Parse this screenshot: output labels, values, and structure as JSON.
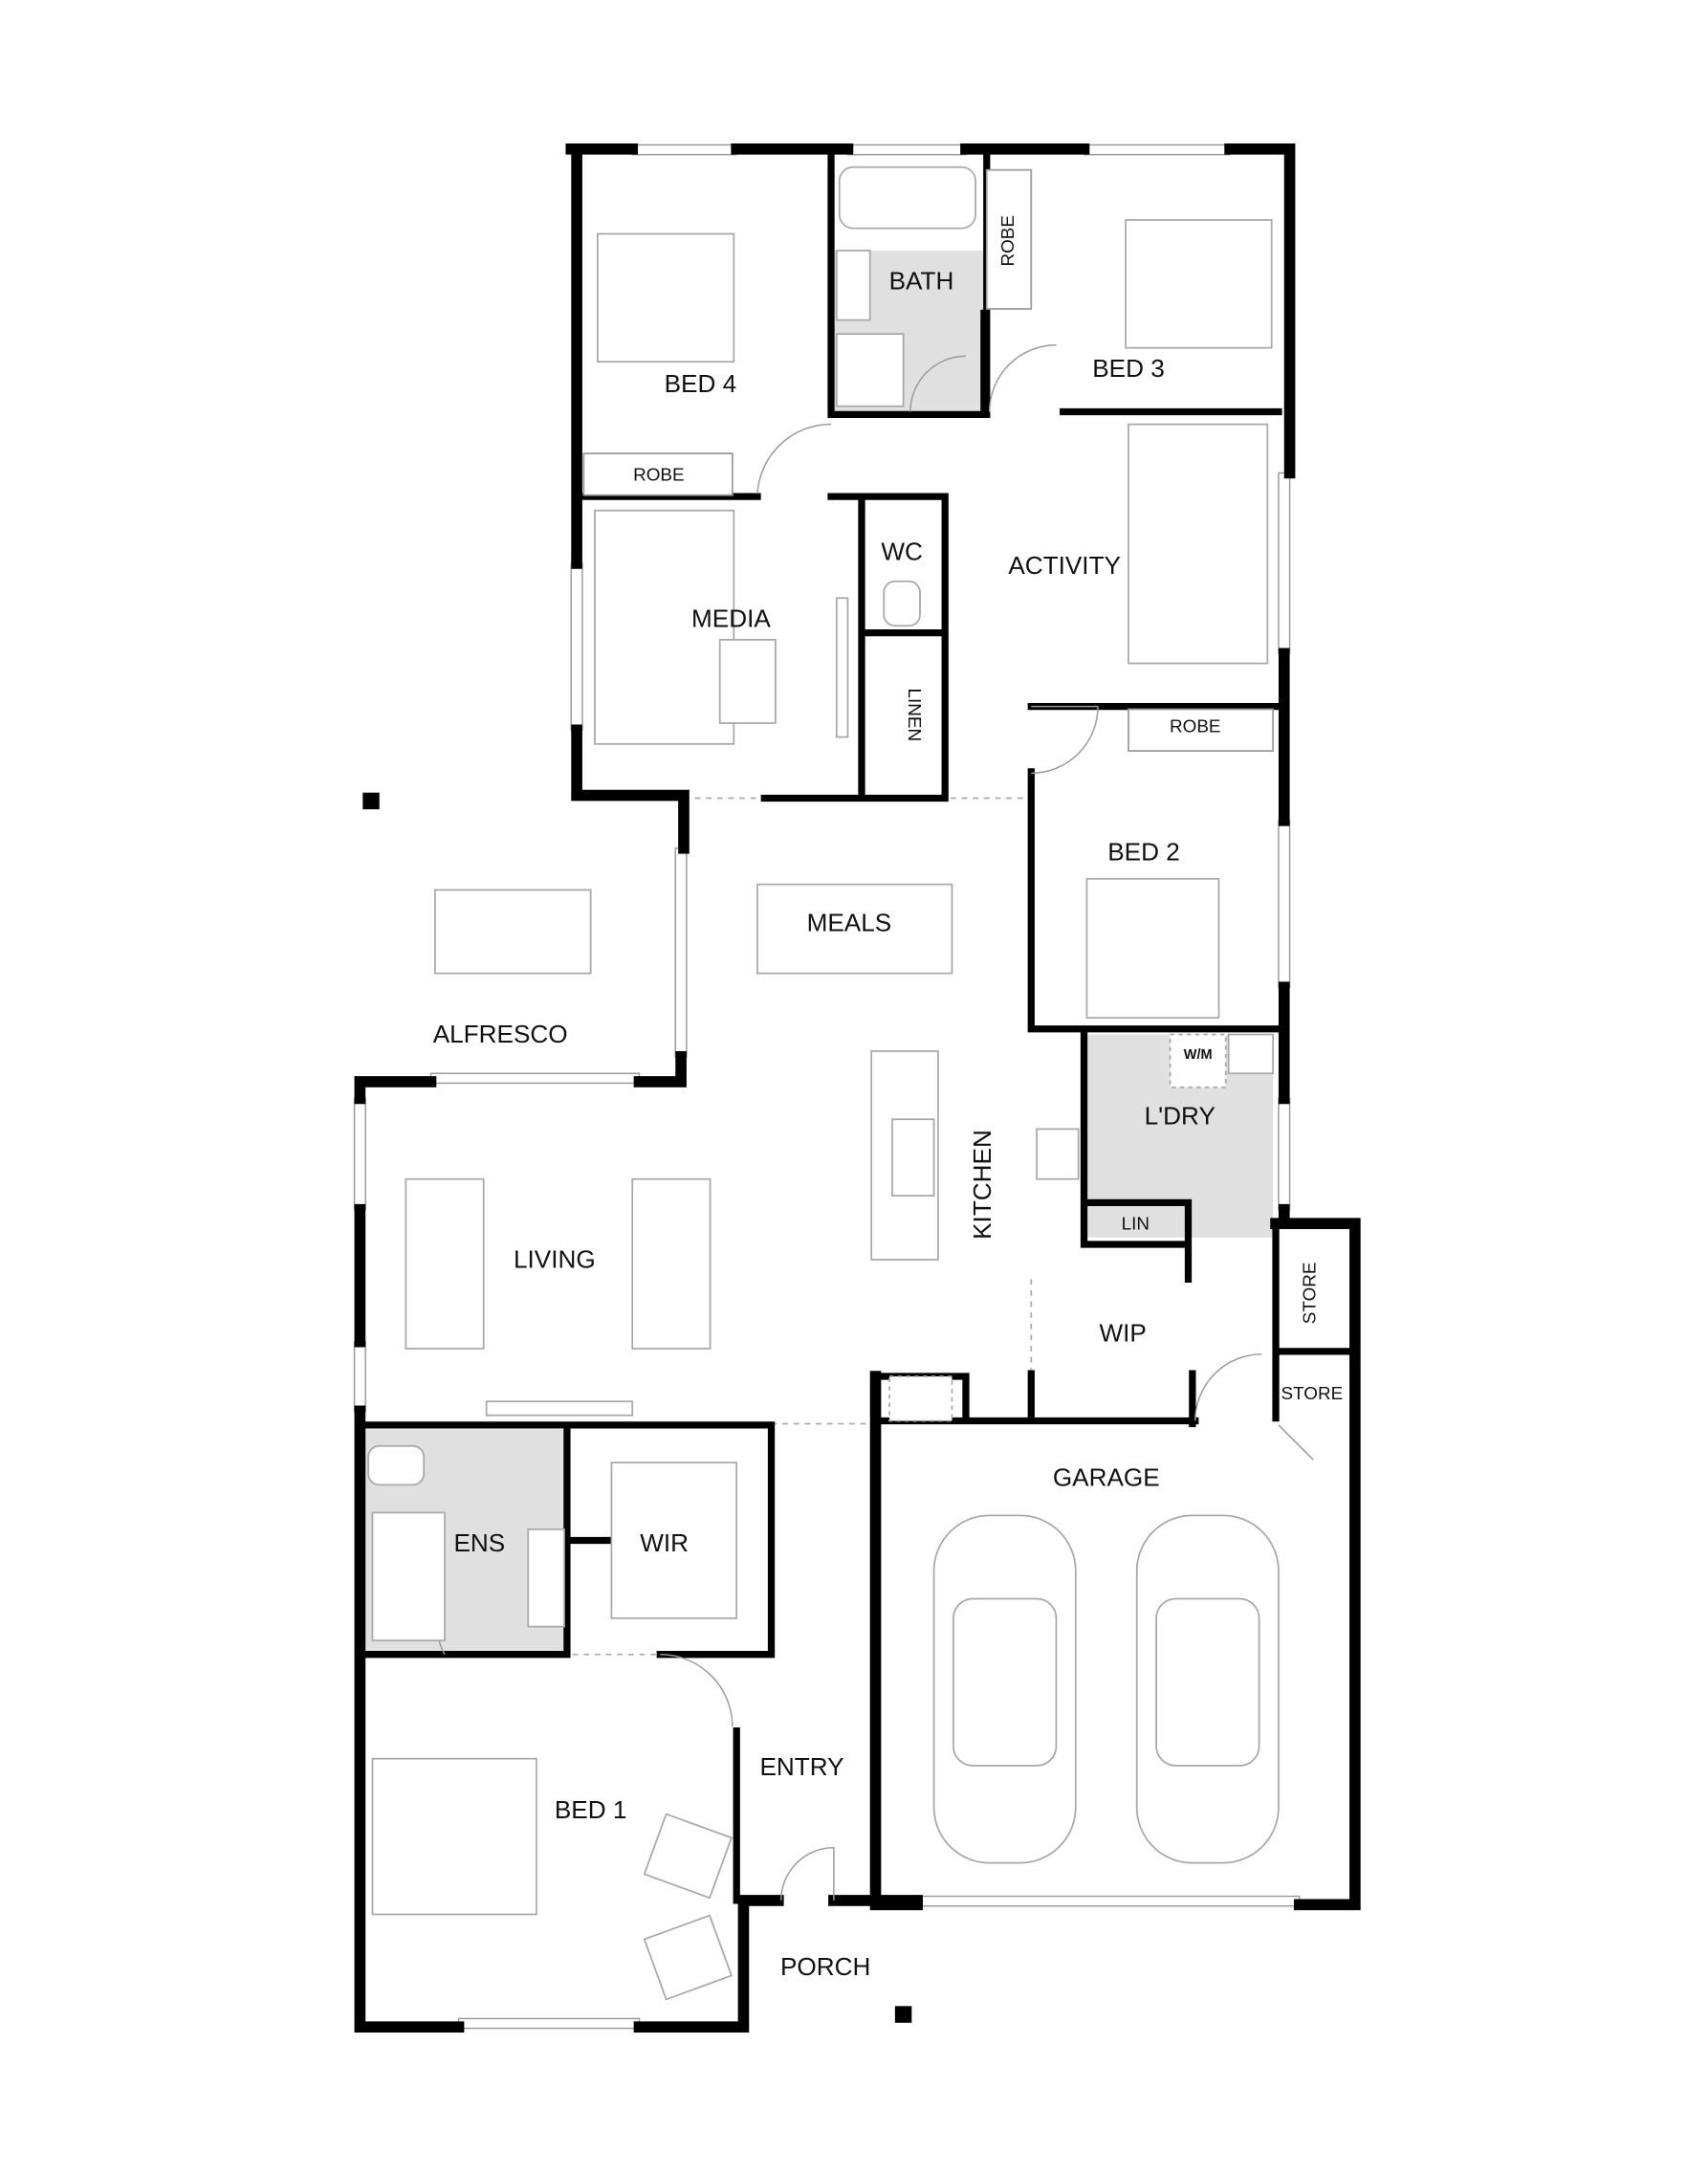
{
  "plan": {
    "rooms": {
      "bed4": "BED 4",
      "bath": "BATH",
      "robe_bed3": "ROBE",
      "bed3": "BED 3",
      "robe_bed4": "ROBE",
      "media": "MEDIA",
      "wc": "WC",
      "activity": "ACTIVITY",
      "linen": "LINEN",
      "robe_bed2": "ROBE",
      "bed2": "BED 2",
      "alfresco": "ALFRESCO",
      "meals": "MEALS",
      "wm": "W/M",
      "laundry": "L'DRY",
      "kitchen": "KITCHEN",
      "lin": "LIN",
      "living": "LIVING",
      "wip": "WIP",
      "store_1": "STORE",
      "store_2": "STORE",
      "garage": "GARAGE",
      "ens": "ENS",
      "wir": "WIR",
      "bed1": "BED 1",
      "entry": "ENTRY",
      "porch": "PORCH"
    },
    "colors": {
      "wall": "#000000",
      "wet_area": "#e0e0e0",
      "fixture": "#a8a8a8"
    }
  }
}
